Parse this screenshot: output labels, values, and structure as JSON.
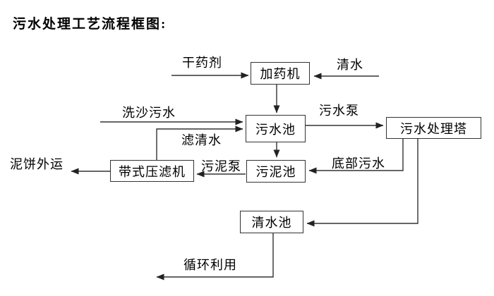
{
  "title": "污水处理工艺流程框图:",
  "diagram": {
    "nodes": {
      "dosing_machine": "加药机",
      "sewage_pool": "污水池",
      "treatment_tower": "污水处理塔",
      "belt_filter_press": "带式压滤机",
      "sludge_pool": "污泥池",
      "clean_water_pool": "清水池"
    },
    "flow_labels": {
      "dry_chemical": "干药剂",
      "clean_water": "清水",
      "sand_washing_sewage": "洗沙污水",
      "filtered_water": "滤清水",
      "sewage_pump": "污水泵",
      "bottom_sewage": "底部污水",
      "sludge_pump": "污泥泵",
      "mud_cake_out": "泥饼外运",
      "recycle": "循环利用"
    },
    "colors": {
      "line": "#333333",
      "box_border": "#333333",
      "text": "#000000",
      "background": "#ffffff"
    }
  }
}
